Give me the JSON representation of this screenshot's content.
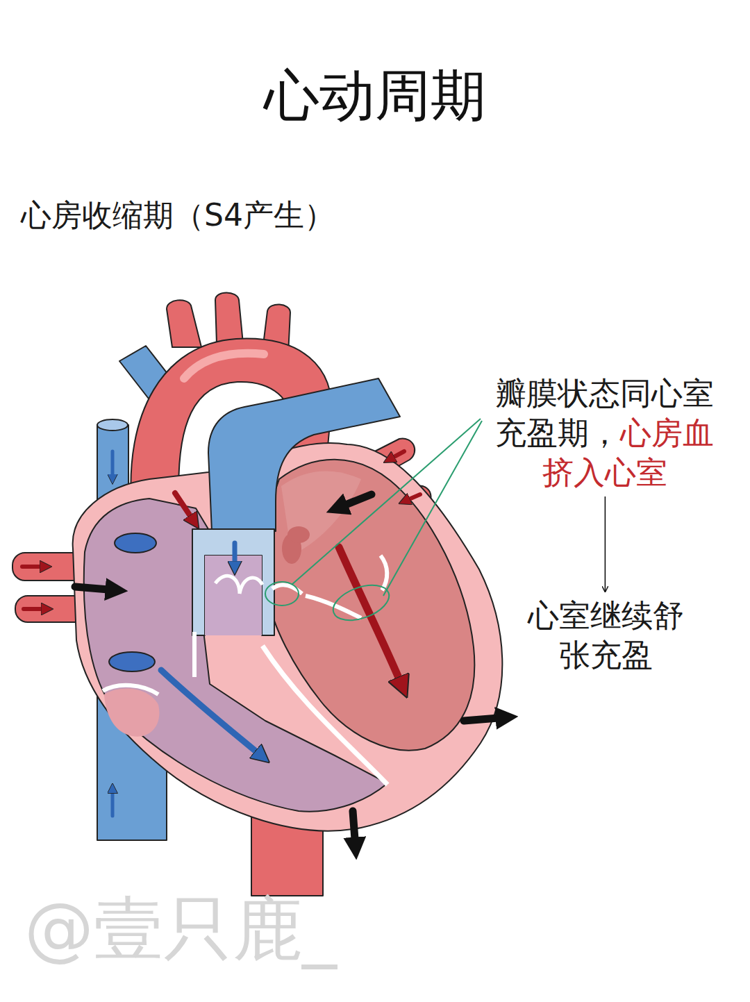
{
  "diagram": {
    "title": "心动周期",
    "nodes": [
      {
        "text": [
          "瓣膜状态同心室充盈期，",
          "心房血挤入心室"
        ]
      },
      {
        "text": [
          "心室继续舒张充盈"
        ]
      }
    ],
    "edges": [
      {
        "from": 0,
        "to": 1,
        "arrow": "to"
      }
    ],
    "labels": [
      "心房收缩期（S4产生）",
      "@壹只鹿_"
    ]
  }
}
